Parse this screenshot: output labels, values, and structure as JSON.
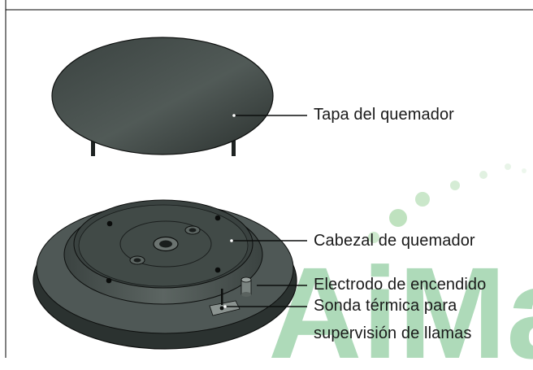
{
  "labels": {
    "burner_cap": "Tapa del quemador",
    "burner_head": "Cabezal de quemador",
    "ignition_electrode": "Electrodo de encendido",
    "thermal_probe_line1": "Sonda térmica para",
    "thermal_probe_line2": "supervisión de llamas"
  },
  "watermark": {
    "text": "AiMa",
    "color": "#3aa655"
  },
  "colors": {
    "part_dark": "#2e3533",
    "part_mid": "#4a524f",
    "part_light": "#6b7370",
    "outline": "#0d0f0e",
    "frame": "#000000"
  }
}
